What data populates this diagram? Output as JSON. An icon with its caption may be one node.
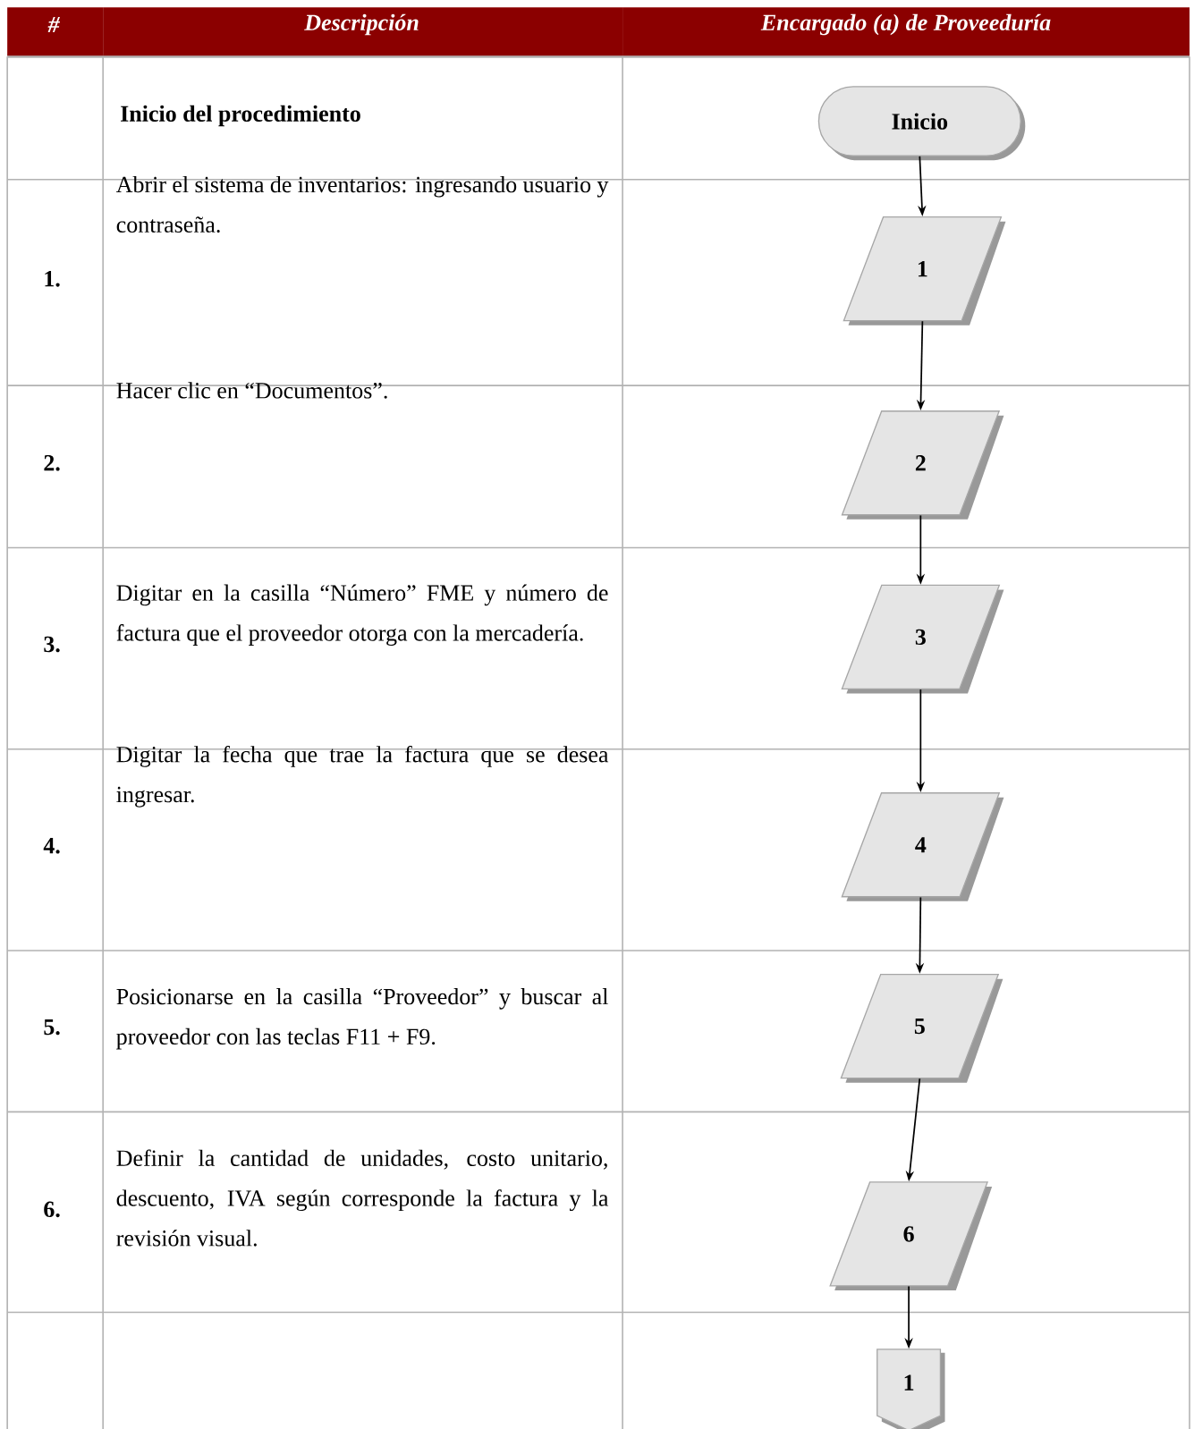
{
  "diagram": {
    "nodes": [
      {
        "text": [
          "Inicio"
        ]
      },
      {
        "text": [
          "1"
        ]
      },
      {
        "text": [
          "2"
        ]
      },
      {
        "text": [
          "3"
        ]
      },
      {
        "text": [
          "4"
        ]
      },
      {
        "text": [
          "5"
        ]
      },
      {
        "text": [
          "6"
        ]
      },
      {
        "text": [
          "1"
        ]
      }
    ],
    "edges": [
      {
        "from": 0,
        "to": 1,
        "arrow": "to"
      },
      {
        "from": 1,
        "to": 2,
        "arrow": "to"
      },
      {
        "from": 2,
        "to": 3,
        "arrow": "to"
      },
      {
        "from": 3,
        "to": 4,
        "arrow": "to"
      },
      {
        "from": 4,
        "to": 5,
        "arrow": "to"
      },
      {
        "from": 5,
        "to": 6,
        "arrow": "to"
      },
      {
        "from": 6,
        "to": 7,
        "arrow": "to"
      }
    ],
    "labels": [
      "#",
      "Descripción",
      "Encargado (a) de Proveeduría",
      "Inicio del procedimiento",
      "1.",
      "Abrir el sistema de inventarios: ingresando usuario y contraseña.",
      "2.",
      "Hacer clic en “Documentos”.",
      "3.",
      "Digitar en la casilla “Número” FME y número de factura que el proveedor otorga con la mercadería.",
      "4.",
      "Digitar la fecha que trae la factura que se desea ingresar.",
      "5.",
      "Posicionarse en la casilla “Proveedor” y buscar al proveedor con las teclas F11 + F9.",
      "6.",
      "Definir la cantidad de unidades, costo unitario, descuento, IVA según corresponde la factura y la revisión visual."
    ]
  }
}
